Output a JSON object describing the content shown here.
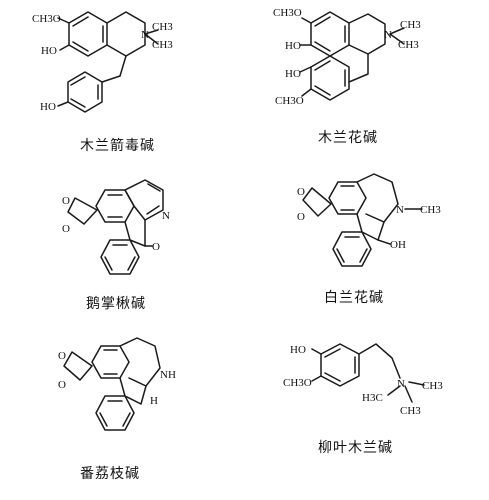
{
  "figure": {
    "compounds": [
      {
        "name": "木兰箭毒碱",
        "labels": {
          "ome": "CH3O",
          "oh": "HO",
          "n": "N",
          "ch3a": "CH3",
          "ch3b": "CH3",
          "oh_phenol": "HO"
        }
      },
      {
        "name": "木兰花碱",
        "labels": {
          "ome_top": "CH3O",
          "oh1": "HO",
          "oh2": "HO",
          "ome_bottom": "CH3O",
          "n": "N",
          "ch3a": "CH3",
          "ch3b": "CH3"
        }
      },
      {
        "name": "鹅掌楸碱",
        "labels": {
          "n": "N",
          "o": "O"
        }
      },
      {
        "name": "白兰花碱",
        "labels": {
          "n": "N",
          "ch3": "CH3",
          "oh": "OH"
        }
      },
      {
        "name": "番荔枝碱",
        "labels": {
          "nh": "NH",
          "h": "H"
        }
      },
      {
        "name": "柳叶木兰碱",
        "labels": {
          "ho": "HO",
          "ome": "CH3O",
          "n": "N",
          "h3c": "H3C",
          "ch3a": "CH3",
          "ch3b": "CH3"
        }
      }
    ]
  }
}
